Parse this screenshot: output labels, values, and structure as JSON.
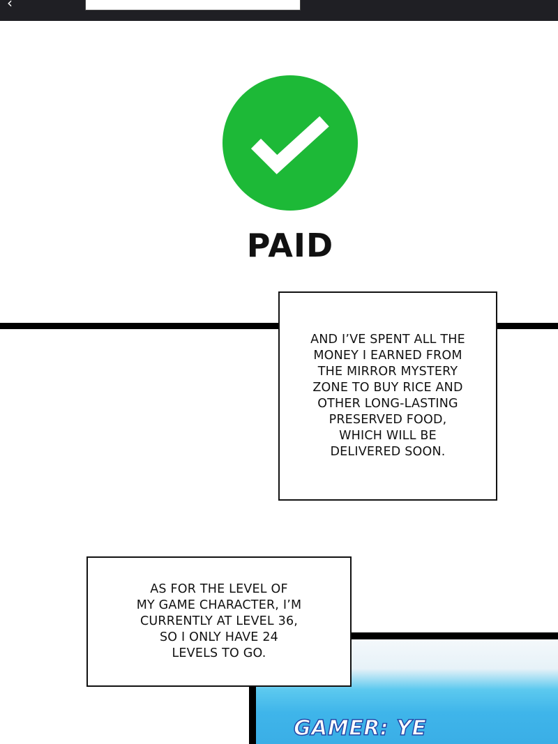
{
  "top_bar": {
    "back_glyph": "‹"
  },
  "status": {
    "label": "PAID",
    "icon": "check-icon",
    "color": "#1db937"
  },
  "caption_1": {
    "lines": [
      "AND I’VE SPENT ALL THE",
      "MONEY I EARNED FROM",
      "THE MIRROR MYSTERY",
      "ZONE TO BUY RICE AND",
      "OTHER LONG-LASTING",
      "PRESERVED FOOD,",
      "WHICH WILL BE",
      "DELIVERED SOON."
    ]
  },
  "caption_2": {
    "lines": [
      "AS FOR THE LEVEL OF",
      "MY GAME CHARACTER, I’M",
      "CURRENTLY AT LEVEL 36,",
      "SO I ONLY HAVE 24",
      "LEVELS TO GO."
    ]
  },
  "panel": {
    "text": "GAMER: YE"
  }
}
